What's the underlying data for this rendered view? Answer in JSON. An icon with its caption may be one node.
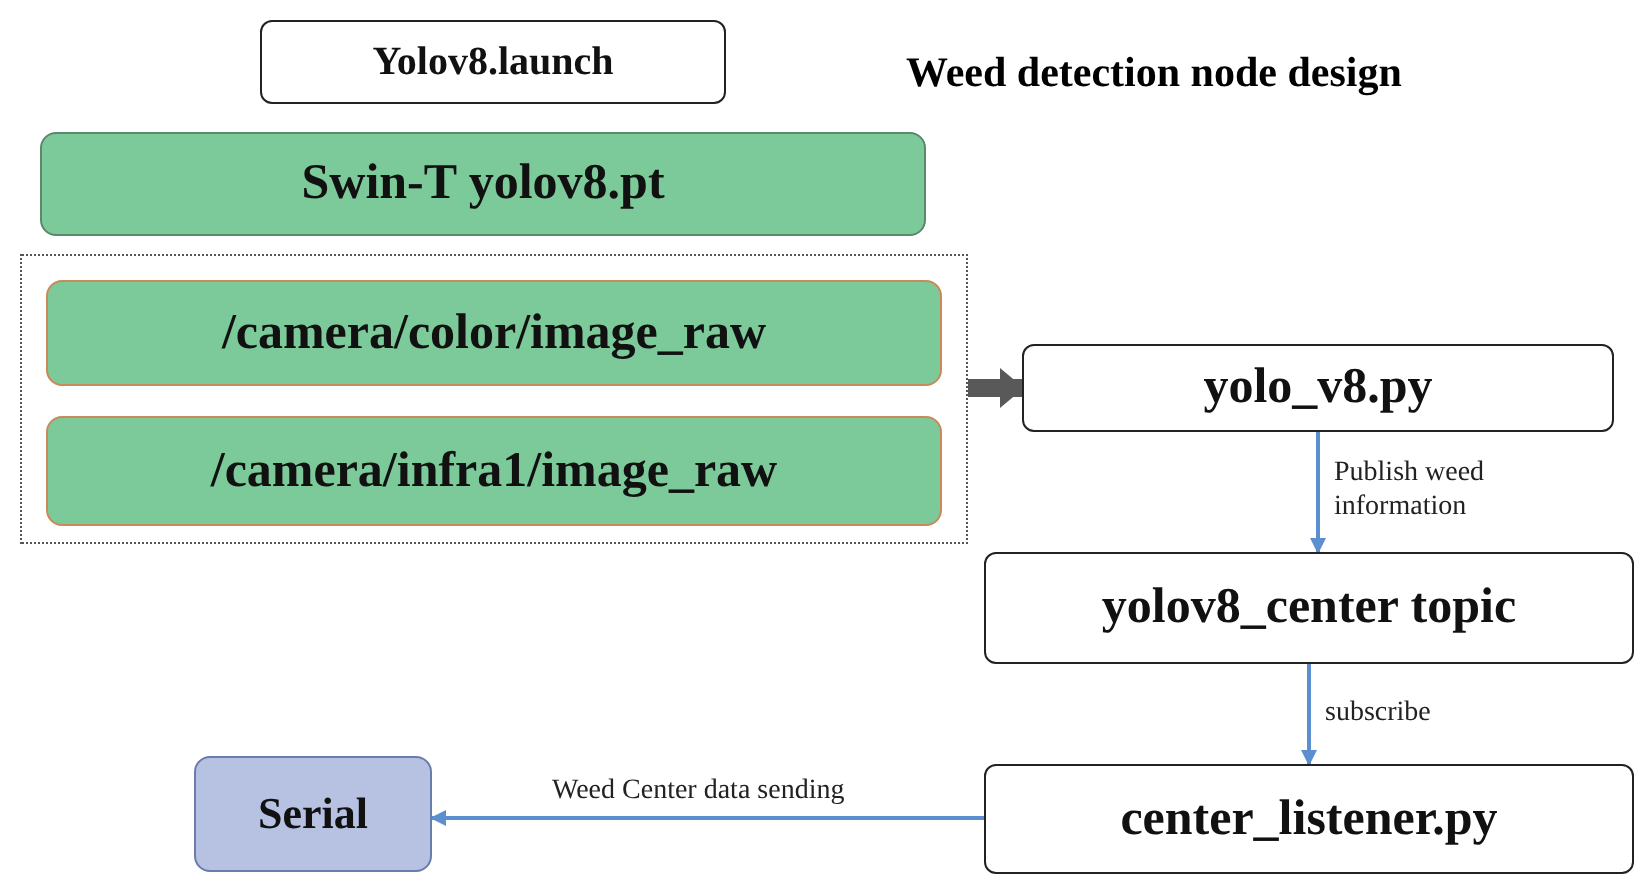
{
  "diagram": {
    "title": "Weed detection node design",
    "nodes": [
      {
        "text": [
          "Yolov8.launch"
        ]
      },
      {
        "text": [
          "Swin-T yolov8.pt"
        ]
      },
      {
        "text": [],
        "shape": "box"
      },
      {
        "text": [
          "/camera/color/image_raw"
        ],
        "in": 2
      },
      {
        "text": [
          "/camera/infra1/image_raw"
        ],
        "in": 2
      },
      {
        "text": [
          "yolo_v8.py"
        ]
      },
      {
        "text": [
          "yolov8_center topic"
        ]
      },
      {
        "text": [
          "center_listener.py"
        ]
      },
      {
        "text": [
          "Serial"
        ]
      }
    ],
    "edges": [
      {
        "from": 2,
        "to": 5,
        "arrow": "to",
        "style": "thick",
        "color": "#595959"
      },
      {
        "from": 5,
        "to": 6,
        "arrow": "to",
        "label": "Publish weed information"
      },
      {
        "from": 6,
        "to": 7,
        "arrow": "to",
        "label": "subscribe"
      },
      {
        "from": 7,
        "to": 8,
        "arrow": "to",
        "label": "Weed Center data sending"
      }
    ]
  }
}
